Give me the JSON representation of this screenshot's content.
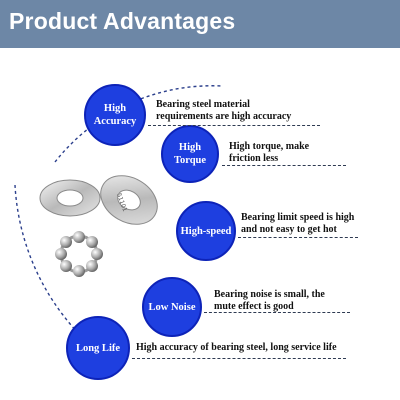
{
  "header": {
    "title": "Product Advantages"
  },
  "features": [
    {
      "label": "High Accuracy",
      "description_lines": [
        "Bearing steel material",
        "requirements are high accuracy"
      ]
    },
    {
      "label": "High Torque",
      "description_lines": [
        "High torque, make",
        "friction less"
      ]
    },
    {
      "label": "High-speed",
      "description_lines": [
        "Bearing limit speed is high",
        "and not easy to get hot"
      ]
    },
    {
      "label": "Low Noise",
      "description_lines": [
        "Bearing noise is small, the",
        "mute effect is good"
      ]
    },
    {
      "label": "Long Life",
      "description_lines": [
        "High accuracy of bearing steel, long service life"
      ]
    }
  ],
  "colors": {
    "header": "#6d87a6",
    "circle": "#1e3fe0",
    "arc": "#2b3f8c"
  },
  "product_image": {
    "engraving": "51101"
  }
}
